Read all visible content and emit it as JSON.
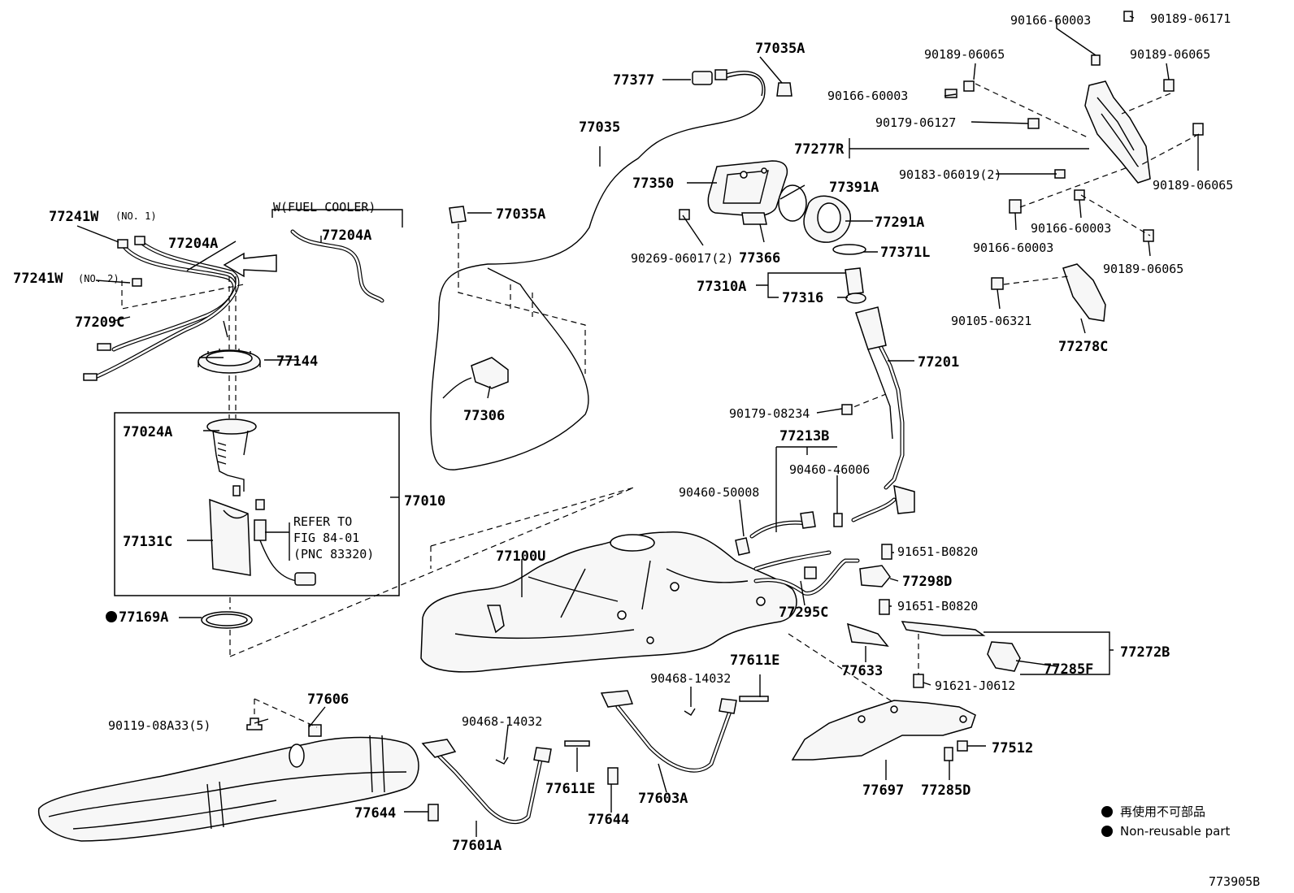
{
  "diagram": {
    "code": "773905B",
    "legend": [
      {
        "symbol": "●",
        "text": "再使用不可部品"
      },
      {
        "symbol": "●",
        "text": "Non-reusable part"
      }
    ],
    "group_label": "W(FUEL COOLER)",
    "refer_note": [
      "REFER TO",
      "FIG 84-01",
      "(PNC 83320)"
    ],
    "labels": {
      "p77241w1": "77241W",
      "p77241w1_note": "(NO. 1)",
      "p77241w2": "77241W",
      "p77241w2_note": "(NO. 2)",
      "p77204a_l": "77204A",
      "p77204a_r": "77204A",
      "p77209c": "77209C",
      "p77144": "77144",
      "p77024a": "77024A",
      "p77010": "77010",
      "p77131c": "77131C",
      "p77169a": "77169A",
      "p77606": "77606",
      "p90119": "90119-08A33(5)",
      "p77377": "77377",
      "p77035a_t": "77035A",
      "p77035": "77035",
      "p77035a_m": "77035A",
      "p77306": "77306",
      "p77350": "77350",
      "p77391a": "77391A",
      "p77291a": "77291A",
      "p90269": "90269-06017(2)",
      "p77366": "77366",
      "p77371l": "77371L",
      "p77310a": "77310A",
      "p77316": "77316",
      "p77201": "77201",
      "p90179_08234": "90179-08234",
      "p77213b": "77213B",
      "p90460_46006": "90460-46006",
      "p90460_50008": "90460-50008",
      "p77100u": "77100U",
      "p91651_a": "91651-B0820",
      "p77298d": "77298D",
      "p77295c": "77295C",
      "p91651_b": "91651-B0820",
      "p77633": "77633",
      "p77272b": "77272B",
      "p77285f": "77285F",
      "p91621": "91621-J0612",
      "p77611e_r": "77611E",
      "p90468_r": "90468-14032",
      "p90468_l": "90468-14032",
      "p77611e_l": "77611E",
      "p77644_l": "77644",
      "p77644_r": "77644",
      "p77601a": "77601A",
      "p77603a": "77603A",
      "p77697": "77697",
      "p77285d": "77285D",
      "p77512": "77512",
      "p90166_a": "90166-60003",
      "p90189_06171": "90189-06171",
      "p90189_a": "90189-06065",
      "p90189_b": "90189-06065",
      "p90166_b": "90166-60003",
      "p90179_06127": "90179-06127",
      "p77277r": "77277R",
      "p90183": "90183-06019(2)",
      "p90189_c": "90189-06065",
      "p90166_c": "90166-60003",
      "p90166_d": "90166-60003",
      "p90189_d": "90189-06065",
      "p90105": "90105-06321",
      "p77278c": "77278C"
    }
  }
}
